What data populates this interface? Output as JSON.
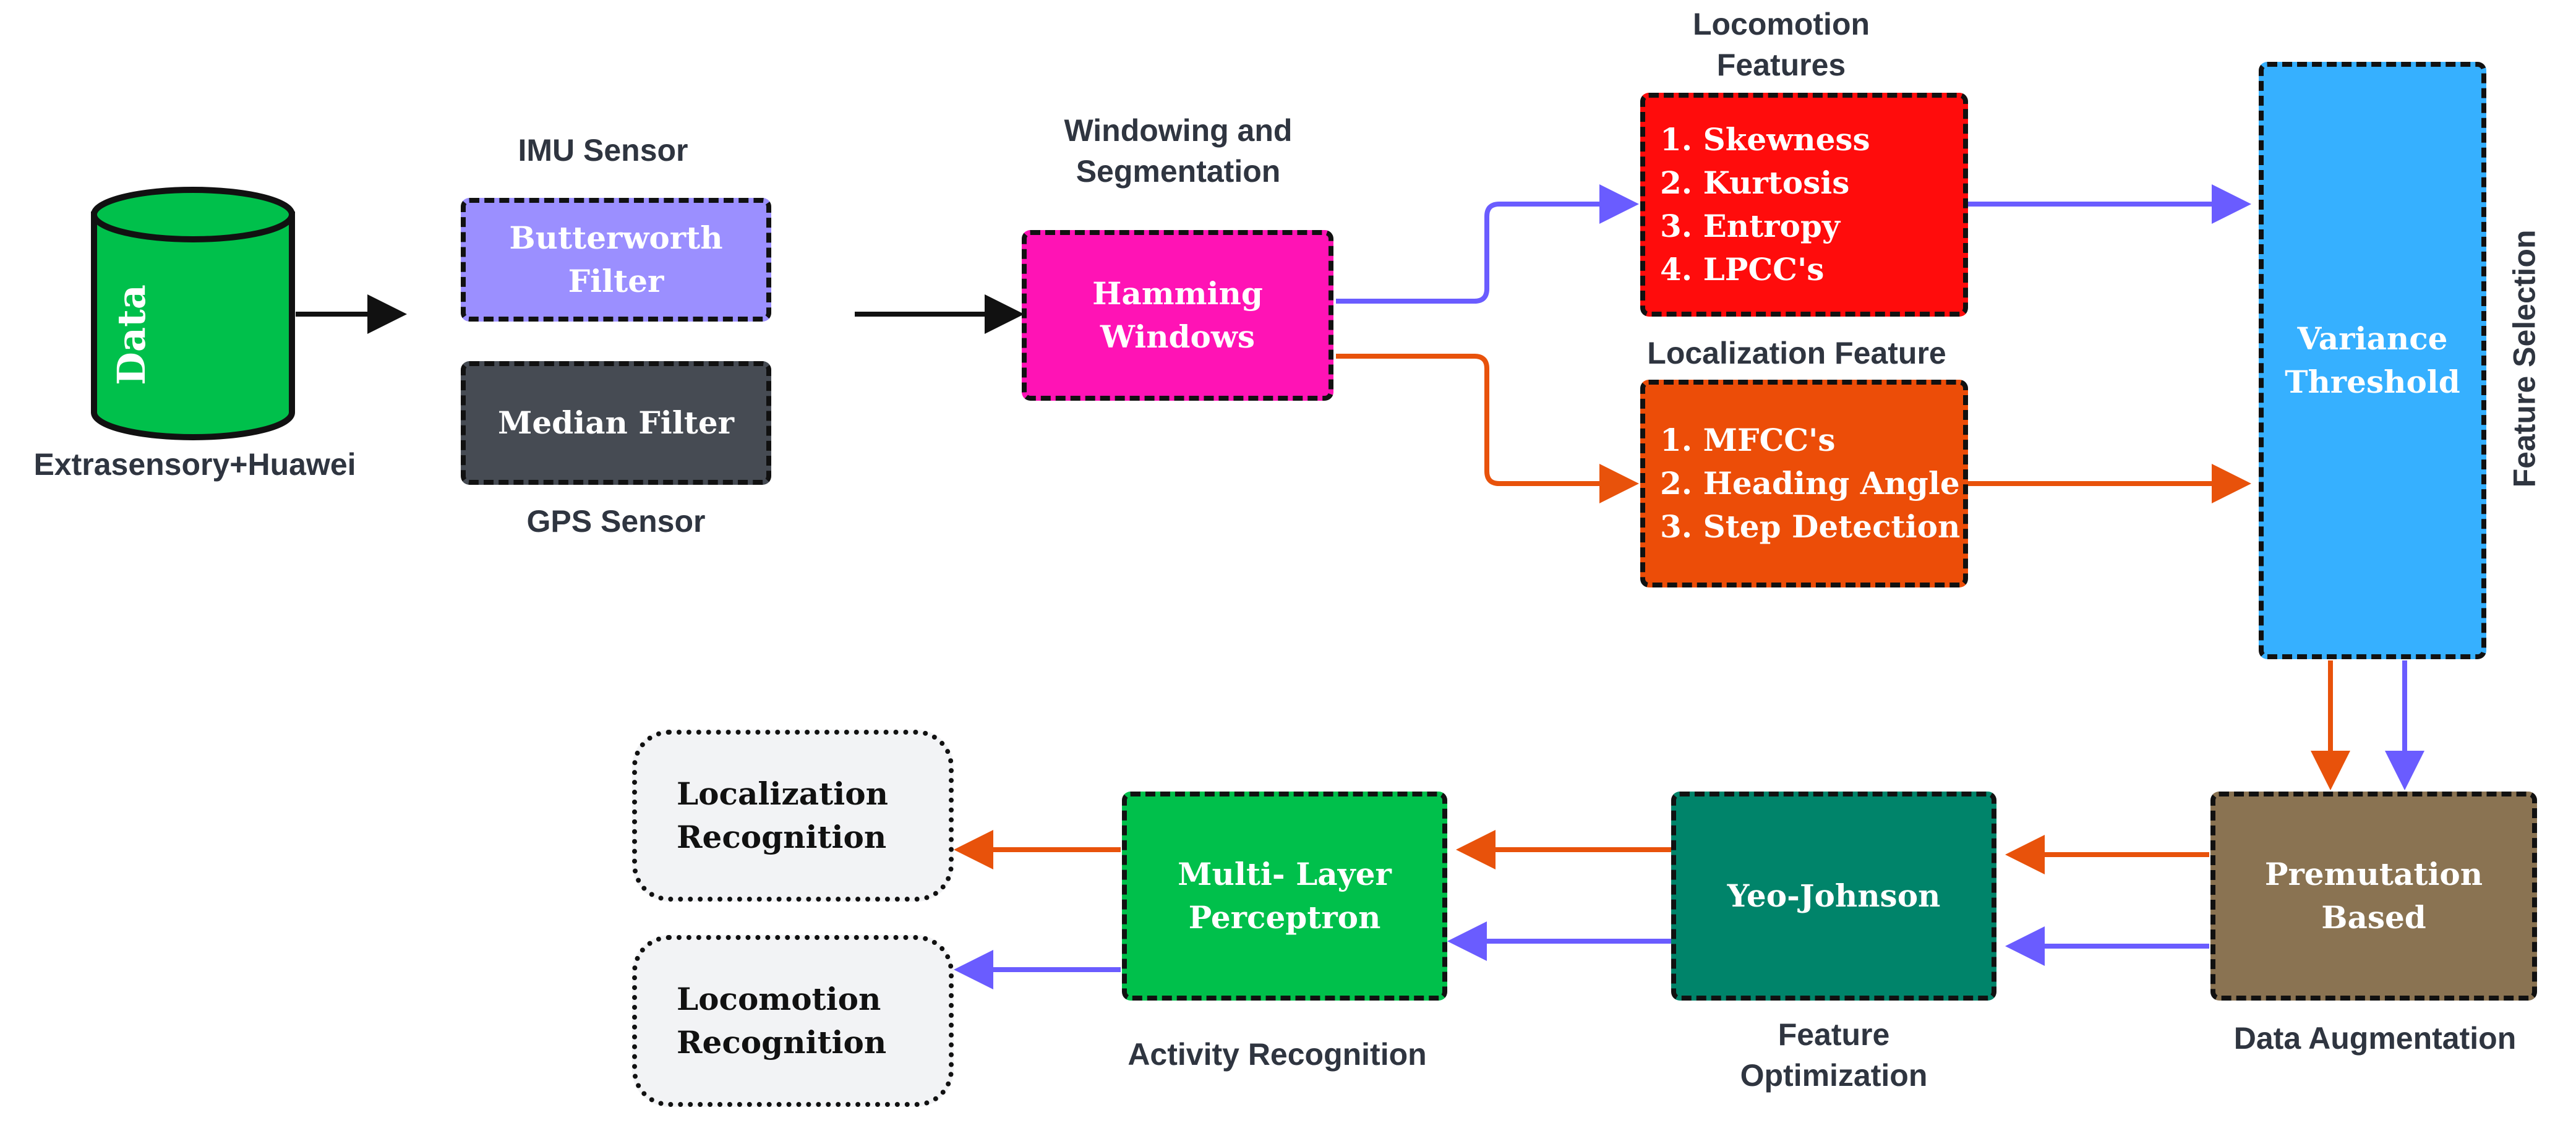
{
  "colors": {
    "purple_arrow": "#6a5cff",
    "orange_arrow": "#e8520b",
    "black_arrow": "#111111",
    "data_green": "#00c04b",
    "butterworth": "#9b8fff",
    "median": "#464b53",
    "hamming": "#ff13b5",
    "locomotion": "#ff0c0c",
    "localization": "#ec4d08",
    "variance": "#36b0ff",
    "permutation": "#8a7352",
    "yeo_johnson": "#00846a",
    "mlp": "#00c04b",
    "output": "#f2f3f5"
  },
  "data_source": {
    "cylinder_text": "Data",
    "caption": "Extrasensory+Huawei"
  },
  "sensors": {
    "imu_label": "IMU Sensor",
    "butterworth": "Butterworth\nFilter",
    "median": "Median Filter",
    "gps_label": "GPS Sensor"
  },
  "windowing": {
    "label": "Windowing and\nSegmentation",
    "box": "Hamming\nWindows"
  },
  "locomotion": {
    "label": "Locomotion\nFeatures",
    "items": "1. Skewness\n2. Kurtosis\n3. Entropy\n4. LPCC's"
  },
  "localization": {
    "label": "Localization Feature",
    "items": "1. MFCC's\n2. Heading Angle\n3. Step Detection"
  },
  "feature_selection": {
    "box": "Variance\nThreshold",
    "label": "Feature Selection"
  },
  "augmentation": {
    "box": "Premutation\nBased",
    "label": "Data Augmentation"
  },
  "optimization": {
    "box": "Yeo-Johnson",
    "label": "Feature\nOptimization"
  },
  "recognition": {
    "box": "Multi- Layer\nPerceptron",
    "label": "Activity Recognition"
  },
  "outputs": {
    "localization": "Localization\nRecognition",
    "locomotion": "Locomotion\nRecognition"
  }
}
